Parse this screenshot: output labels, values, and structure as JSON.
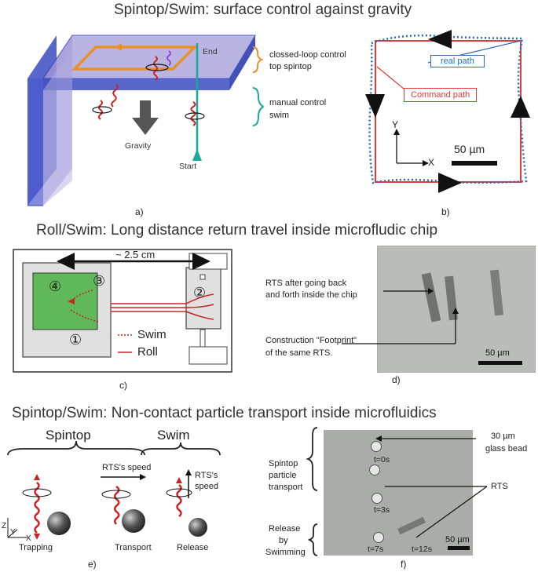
{
  "titles": {
    "row1": "Spintop/Swim: surface control against gravity",
    "row2": "Roll/Swim: Long distance return travel inside microfludic chip",
    "row3": "Spintop/Swim: Non-contact particle transport inside microfluidics"
  },
  "panel_a": {
    "end": "End",
    "start": "Start",
    "gravity": "Gravity",
    "closed_loop_1": "clossed-loop control",
    "closed_loop_2": "top spintop",
    "manual_1": "manual control",
    "manual_2": "swim",
    "caption": "a)"
  },
  "panel_b": {
    "real_path": "real path",
    "command_path": "Command path",
    "y_axis": "Y",
    "x_axis": "X",
    "scale": "50 µm",
    "caption": "b)"
  },
  "panel_c": {
    "distance": "~ 2.5 cm",
    "n1": "①",
    "n2": "②",
    "n3": "③",
    "n4": "④",
    "swim": "Swim",
    "roll": "Roll",
    "caption": "c)"
  },
  "panel_d": {
    "rts_1": "RTS after going back",
    "rts_2": "and forth inside the chip",
    "foot_1": "Construction \"Footprint\"",
    "foot_2": "of the same RTS.",
    "scale": "50 µm",
    "caption": "d)"
  },
  "panel_e": {
    "spintop": "Spintop",
    "swim": "Swim",
    "speed_h": "RTS's speed",
    "speed_v1": "RTS's",
    "speed_v2": "speed",
    "trapping": "Trapping",
    "transport": "Transport",
    "release": "Release",
    "z": "Z",
    "y": "Y",
    "x": "X",
    "caption": "e)"
  },
  "panel_f": {
    "spintop_1": "Spintop",
    "spintop_2": "particle",
    "spintop_3": "transport",
    "release_1": "Release",
    "release_2": "by",
    "release_3": "Swimming",
    "t0": "t=0s",
    "t3": "t=3s",
    "t7": "t=7s",
    "t12": "t=12s",
    "bead_1": "30 µm",
    "bead_2": "glass bead",
    "rts": "RTS",
    "scale": "50 µm",
    "caption": "f)"
  },
  "colors": {
    "prism_blue": "#2e3fb0",
    "prism_fill": "#9d95d8",
    "loop_orange": "#e8902a",
    "start_teal": "#1aa89a",
    "helix_red": "#cc2222",
    "command_red": "#e23b3b",
    "real_blue": "#2a6ab8",
    "chip_green": "#5fb85a"
  }
}
